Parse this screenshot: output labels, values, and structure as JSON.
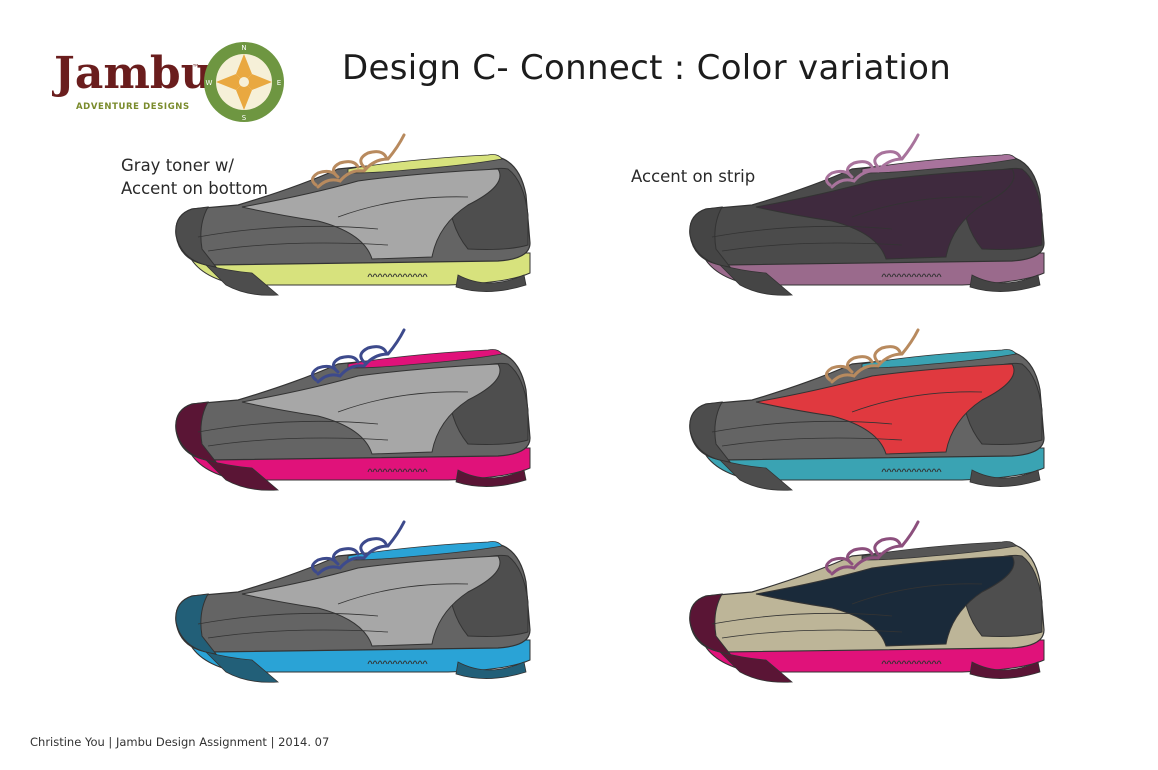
{
  "logo": {
    "brand": "Jambu",
    "tagline": "ADVENTURE DESIGNS",
    "tm": "™",
    "compass": {
      "n": "N",
      "s": "S",
      "e": "E",
      "w": "W"
    }
  },
  "title": "Design C- Connect : Color variation",
  "notes": {
    "left": [
      "Gray toner w/",
      "Accent on bottom"
    ],
    "right": "Accent on strip"
  },
  "shoes": [
    {
      "lace": "#b88a5e",
      "collar": "#d7e27d",
      "overlay": "#a7a7a7",
      "sole": "#d7e27d",
      "toe": "#4d4d4d",
      "heel": "#4a4a4a",
      "back": "#4e4e4e",
      "main": "#646464"
    },
    {
      "lace": "#a8739c",
      "collar": "#a8739c",
      "overlay": "#3f2a3e",
      "sole": "#9a6a8c",
      "toe": "#454545",
      "heel": "#444444",
      "back": "#3f2a3e",
      "main": "#4b4b4b"
    },
    {
      "lace": "#3d4a8c",
      "collar": "#e0127a",
      "overlay": "#a7a7a7",
      "sole": "#e0127a",
      "toe": "#5a1535",
      "heel": "#5a1535",
      "back": "#4e4e4e",
      "main": "#646464"
    },
    {
      "lace": "#b88a5e",
      "collar": "#3aa3b3",
      "overlay": "#e0393f",
      "sole": "#3aa3b3",
      "toe": "#4d4d4d",
      "heel": "#4a4a4a",
      "back": "#4e4e4e",
      "main": "#646464"
    },
    {
      "lace": "#3d4a8c",
      "collar": "#2aa3d6",
      "overlay": "#a7a7a7",
      "sole": "#2aa3d6",
      "toe": "#225f78",
      "heel": "#225f78",
      "back": "#4e4e4e",
      "main": "#646464"
    },
    {
      "lace": "#8c4f7d",
      "collar": "#555555",
      "overlay": "#1a2a3a",
      "sole": "#e0127a",
      "toe": "#5a1535",
      "heel": "#5a1535",
      "back": "#4e4e4e",
      "main": "#bdb598"
    }
  ],
  "footer": "Christine You  |  Jambu Design Assignment  |  2014. 07"
}
